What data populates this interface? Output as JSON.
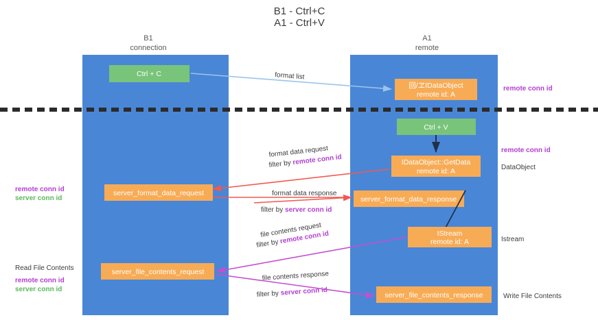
{
  "title": {
    "line1": "B1 - Ctrl+C",
    "line2": "A1 - Ctrl+V"
  },
  "colors": {
    "lane": "#4a86d6",
    "box_orange": "#f8ab55",
    "box_green": "#79c47b",
    "conn_purple": "#b23fd0",
    "conn_green": "#5cb85c",
    "arrow_blue": "#9cc3ea",
    "arrow_red": "#f05a50",
    "arrow_magenta": "#c44fd0",
    "arrow_dark": "#20304a",
    "divider": "#2b2b2b"
  },
  "columns": [
    {
      "name": "B1",
      "role": "connection"
    },
    {
      "name": "A1",
      "role": "remote"
    }
  ],
  "nodes": {
    "ctrl_c": {
      "line1": "Ctrl + C"
    },
    "idataobject": {
      "line1": "回/ヱIDataObject",
      "line2": "remote id: A"
    },
    "ctrl_v": {
      "line1": "Ctrl + V"
    },
    "getdata": {
      "line1": "IDataObject::GetData",
      "line2": "remote id: A"
    },
    "format_request": {
      "line1": "server_format_data_request"
    },
    "format_response": {
      "line1": "server_format_data_response"
    },
    "istream": {
      "line1": "IStream",
      "line2": "remote id: A"
    },
    "file_request": {
      "line1": "server_file_contents_request"
    },
    "file_response": {
      "line1": "server_file_contents_response"
    }
  },
  "edges": {
    "format_list": {
      "label": "format list"
    },
    "format_data_request": {
      "label": "format data request",
      "filter_prefix": "filter by ",
      "filter_value": "remote conn id"
    },
    "format_data_response": {
      "label": "format data response",
      "filter_prefix": "filter by ",
      "filter_value": "server conn id"
    },
    "file_contents_request": {
      "label": "file contents request",
      "filter_prefix": "filter by ",
      "filter_value": "remote conn id"
    },
    "file_contents_response": {
      "label": "file contents response",
      "filter_prefix": "filter by ",
      "filter_value": "server conn id"
    }
  },
  "annotations": {
    "right_remote_conn_top": "remote conn id",
    "right_remote_conn_mid": "remote conn id",
    "right_dataobject": "DataObject",
    "right_istream": "Istream",
    "right_write_file": "Write File Contents",
    "left_read_file": "Read File Contents",
    "left_remote_conn_mid": "remote conn id",
    "left_server_conn_mid": "server conn id",
    "left_remote_conn_bot": "remote conn id",
    "left_server_conn_bot": "server conn id"
  }
}
